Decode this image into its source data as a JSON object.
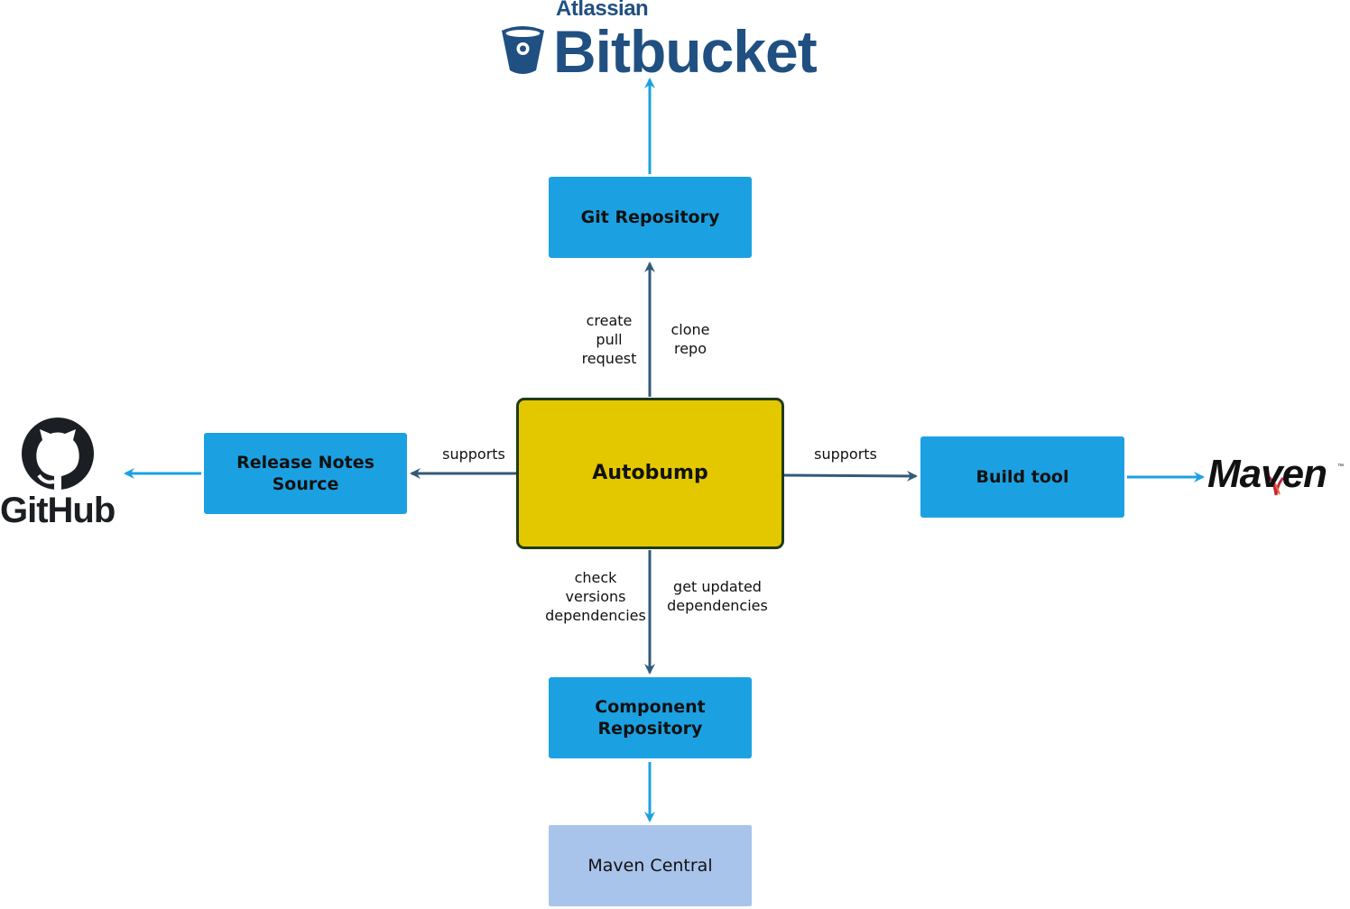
{
  "nodes": {
    "autobump": "Autobump",
    "git_repository": "Git Repository",
    "release_notes_source": "Release Notes\nSource",
    "build_tool": "Build tool",
    "component_repository": "Component\nRepository",
    "maven_central": "Maven Central"
  },
  "edge_labels": {
    "create_pull_request": "create\npull\nrequest",
    "clone_repo": "clone\nrepo",
    "supports_left": "supports",
    "supports_right": "supports",
    "check_versions_dependencies": "check\nversions\ndependencies",
    "get_updated_dependencies": "get updated\ndependencies"
  },
  "logos": {
    "atlassian": "Atlassian",
    "bitbucket": "Bitbucket",
    "github": "GitHub",
    "maven": "Maven",
    "maven_tm": "™"
  },
  "colors": {
    "node_blue": "#1ba1e2",
    "central_yellow": "#e3c800",
    "central_border": "#1f3a15",
    "maven_central_fill": "#a9c4eb",
    "arrow_dark": "#325a7a",
    "arrow_blue": "#1ba1e2",
    "bitbucket_blue": "#205081"
  }
}
